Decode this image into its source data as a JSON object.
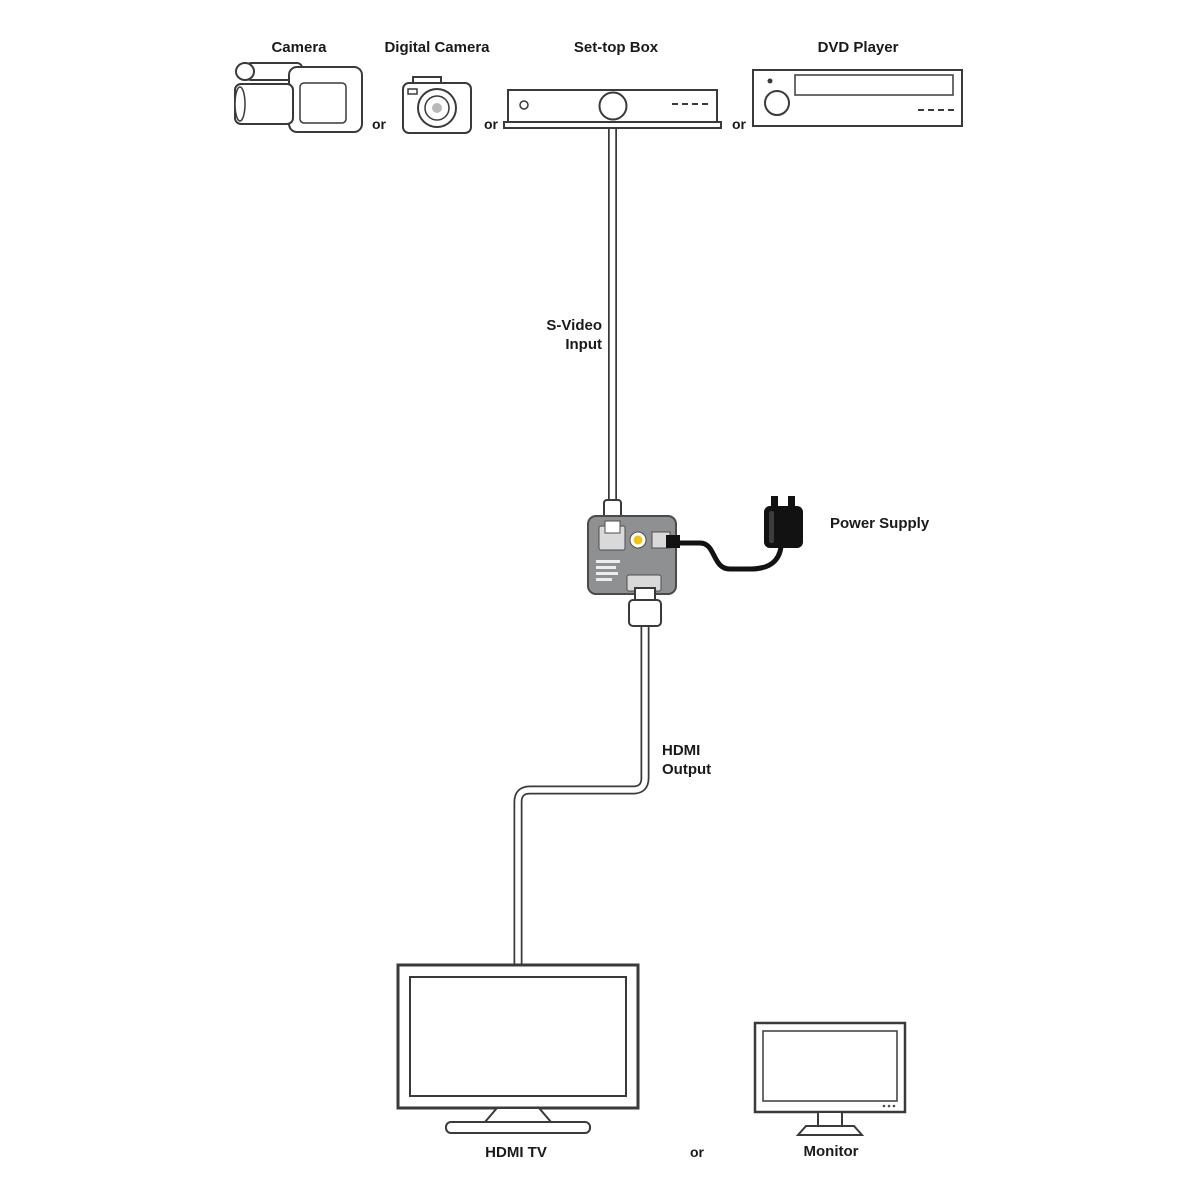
{
  "devices": {
    "camera": {
      "label": "Camera"
    },
    "digital_camera": {
      "label": "Digital Camera"
    },
    "set_top_box": {
      "label": "Set-top Box"
    },
    "dvd_player": {
      "label": "DVD Player"
    },
    "hdmi_tv": {
      "label": "HDMI TV"
    },
    "monitor": {
      "label": "Monitor"
    },
    "power_supply": {
      "label": "Power Supply"
    }
  },
  "separators": {
    "or_camera_digital": "or",
    "or_digital_settop": "or",
    "or_settop_dvd": "or",
    "or_tv_monitor": "or"
  },
  "cables": {
    "svideo": {
      "label_line1": "S-Video",
      "label_line2": "Input"
    },
    "hdmi": {
      "label_line1": "HDMI",
      "label_line2": "Output"
    }
  },
  "colors": {
    "outline": "#3a3a3a",
    "text": "#1a1a1a",
    "converter_body": "#8f9091",
    "converter_border": "#4a4a4a",
    "rca_yellow": "#f1c40f",
    "power_black": "#121212"
  }
}
